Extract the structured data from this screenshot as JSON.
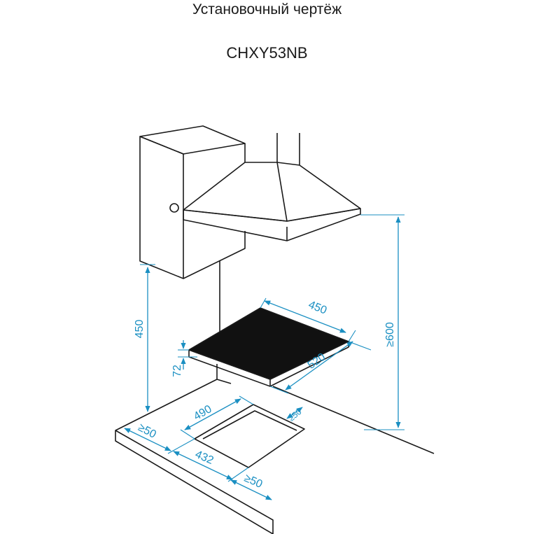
{
  "header": {
    "title": "Установочный чертёж",
    "model": "CHXY53NB"
  },
  "dimensions": {
    "hood_height_min": "≥600",
    "wall_cabinet_drop": "450",
    "hob_thickness": "72",
    "hob_width": "450",
    "hob_depth": "520",
    "cutout_width": "490",
    "cutout_depth": "432",
    "back_clearance": "≥50",
    "side_clearance": "≥50",
    "front_clearance": "≥50"
  },
  "colors": {
    "line": "#1a1a1a",
    "dimension": "#1a8fc2",
    "hob_surface": "#111111"
  }
}
